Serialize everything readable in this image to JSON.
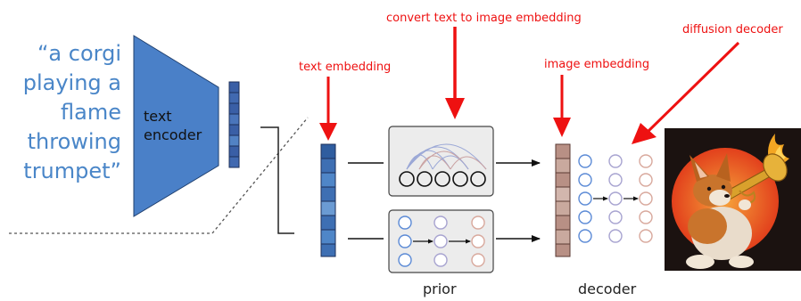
{
  "prompt": "“a corgi\nplaying a\nflame\nthrowing\ntrumpet”",
  "encoder_label": "text\nencoder",
  "annotations": {
    "convert": "convert text to image embedding",
    "diffusion_decoder": "diffusion decoder",
    "text_embedding": "text embedding",
    "image_embedding": "image embedding"
  },
  "captions": {
    "prior": "prior",
    "decoder": "decoder"
  },
  "colors": {
    "encoder_blue": "#4a86c8",
    "annotation_red": "#ee1111",
    "image_embedding_fill": "#c9a99e"
  },
  "illustration": "corgi-playing-flaming-trumpet-image"
}
